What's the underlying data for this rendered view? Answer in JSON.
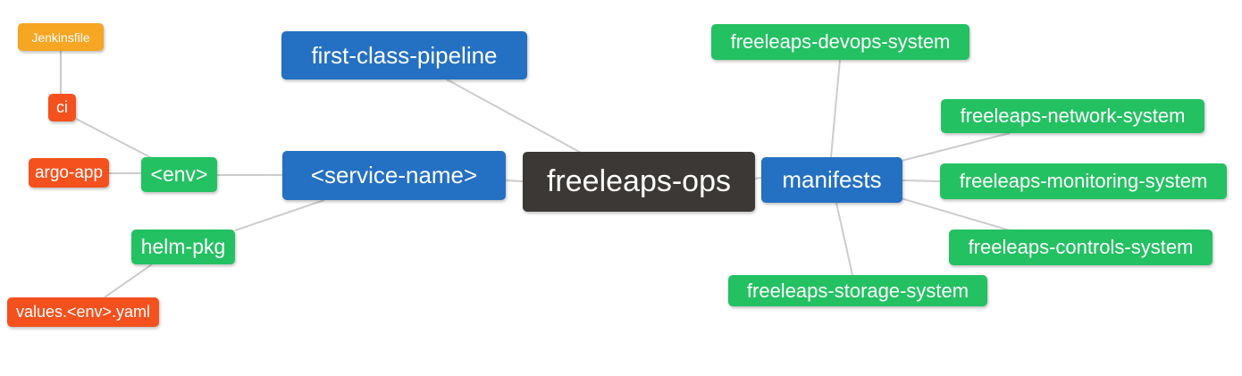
{
  "diagram": {
    "type": "mindmap",
    "root_label": "freeleaps-ops",
    "colors": {
      "root_node": "#3b3835",
      "branch_node": "#2470c2",
      "leaf_node": "#23c162",
      "detail_node": "#f4511e",
      "file_node": "#f6a623",
      "edge": "#cccccc",
      "node_text": "#ffffff",
      "background": "#ffffff"
    },
    "nodes": {
      "jenkinsfile": {
        "label": "Jenkinsfile"
      },
      "ci": {
        "label": "ci"
      },
      "argo_app": {
        "label": "argo-app"
      },
      "env": {
        "label": "<env>"
      },
      "helm_pkg": {
        "label": "helm-pkg"
      },
      "values_env_yaml": {
        "label": "values.<env>.yaml"
      },
      "first_class_pipeline": {
        "label": "first-class-pipeline"
      },
      "service_name": {
        "label": "<service-name>"
      },
      "freeleaps_ops": {
        "label": "freeleaps-ops"
      },
      "manifests": {
        "label": "manifests"
      },
      "devops_system": {
        "label": "freeleaps-devops-system"
      },
      "network_system": {
        "label": "freeleaps-network-system"
      },
      "monitoring_system": {
        "label": "freeleaps-monitoring-system"
      },
      "controls_system": {
        "label": "freeleaps-controls-system"
      },
      "storage_system": {
        "label": "freeleaps-storage-system"
      }
    },
    "edges": [
      {
        "from": "Jenkinsfile",
        "to": "ci"
      },
      {
        "from": "ci",
        "to": "<env>"
      },
      {
        "from": "argo-app",
        "to": "<env>"
      },
      {
        "from": "<env>",
        "to": "<service-name>"
      },
      {
        "from": "helm-pkg",
        "to": "<service-name>"
      },
      {
        "from": "values.<env>.yaml",
        "to": "helm-pkg"
      },
      {
        "from": "first-class-pipeline",
        "to": "freeleaps-ops"
      },
      {
        "from": "<service-name>",
        "to": "freeleaps-ops"
      },
      {
        "from": "freeleaps-ops",
        "to": "manifests"
      },
      {
        "from": "manifests",
        "to": "freeleaps-devops-system"
      },
      {
        "from": "manifests",
        "to": "freeleaps-network-system"
      },
      {
        "from": "manifests",
        "to": "freeleaps-monitoring-system"
      },
      {
        "from": "manifests",
        "to": "freeleaps-controls-system"
      },
      {
        "from": "manifests",
        "to": "freeleaps-storage-system"
      }
    ]
  }
}
